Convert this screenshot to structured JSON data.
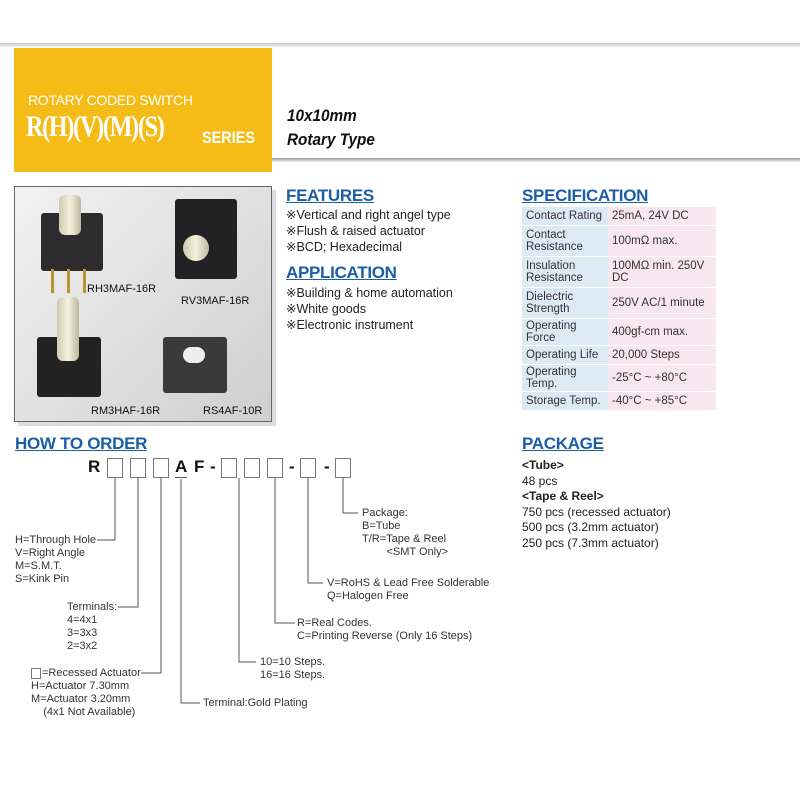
{
  "header": {
    "subtitle": "ROTARY CODED SWITCH",
    "series": "R(H)(V)(M)(S)",
    "series_label": "SERIES",
    "size": "10x10mm",
    "type": "Rotary Type",
    "accent": "#f5bc18"
  },
  "photos": [
    {
      "label": "RH3MAF-16R"
    },
    {
      "label": "RV3MAF-16R"
    },
    {
      "label": "RM3HAF-16R"
    },
    {
      "label": "RS4AF-10R"
    }
  ],
  "features": {
    "title": "FEATURES",
    "items": [
      "※Vertical and right angel type",
      "※Flush & raised actuator",
      "※BCD; Hexadecimal"
    ]
  },
  "application": {
    "title": "APPLICATION",
    "items": [
      "※Building & home automation",
      "※White goods",
      "※Electronic instrument"
    ]
  },
  "specification": {
    "title": "SPECIFICATION",
    "rows": [
      {
        "k": "Contact Rating",
        "v": "25mA, 24V DC"
      },
      {
        "k": "Contact Resistance",
        "v": "100mΩ max."
      },
      {
        "k": "Insulation Resistance",
        "v": "100MΩ min. 250V DC"
      },
      {
        "k": "Dielectric Strength",
        "v": "250V AC/1 minute"
      },
      {
        "k": "Operating Force",
        "v": "400gf-cm max."
      },
      {
        "k": "Operating Life",
        "v": "20,000 Steps"
      },
      {
        "k": "Operating Temp.",
        "v": "-25°C ~ +80°C"
      },
      {
        "k": "Storage Temp.",
        "v": "-40°C ~ +85°C"
      }
    ]
  },
  "order": {
    "title": "HOW TO ORDER",
    "code_r": "R",
    "code_a": "A",
    "code_f": "F",
    "dash": "-",
    "notes": {
      "mount": "H=Through Hole\nV=Right Angle\nM=S.M.T.\nS=Kink Pin",
      "terminals": "Terminals:\n4=4x1\n3=3x3\n2=3x2",
      "actuator": "=Recessed Actuator\nH=Actuator 7.30mm\nM=Actuator 3.20mm\n    (4x1 Not Available)",
      "plating": "Terminal:Gold Plating",
      "steps": "10=10 Steps.\n16=16 Steps.",
      "codes": "R=Real Codes.\nC=Printing Reverse (Only 16 Steps)",
      "rohs": "V=RoHS & Lead Free Solderable\nQ=Halogen Free",
      "package": "Package:\nB=Tube\nT/R=Tape & Reel\n        <SMT Only>"
    }
  },
  "package": {
    "title": "PACKAGE",
    "tube_label": "<Tube>",
    "tube": "48 pcs",
    "reel_label": "<Tape & Reel>",
    "reel": [
      "750 pcs (recessed actuator)",
      "500 pcs (3.2mm actuator)",
      "250 pcs (7.3mm actuator)"
    ]
  }
}
